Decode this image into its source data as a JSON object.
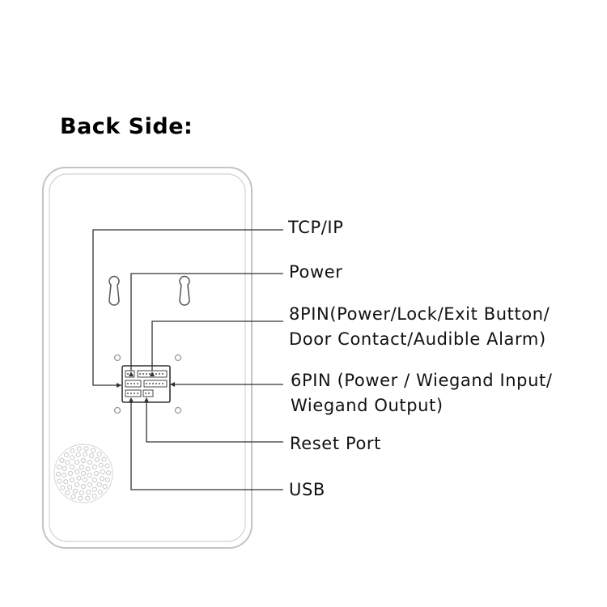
{
  "title": "Back Side:",
  "labels": {
    "tcp_ip": "TCP/IP",
    "power": "Power",
    "pin8_line1": "8PIN(Power/Lock/Exit Button/",
    "pin8_line2": "Door Contact/Audible Alarm)",
    "pin6_line1": "6PIN (Power / Wiegand Input/",
    "pin6_line2": "Wiegand Output)",
    "reset_port": "Reset Port",
    "usb": "USB"
  },
  "colors": {
    "line": "#333333",
    "device_outline": "#bbbbbb",
    "speaker_hole": "#c8c8c8"
  },
  "icons": {
    "mount_hole": "keyhole-icon",
    "speaker": "speaker-grille-icon"
  }
}
